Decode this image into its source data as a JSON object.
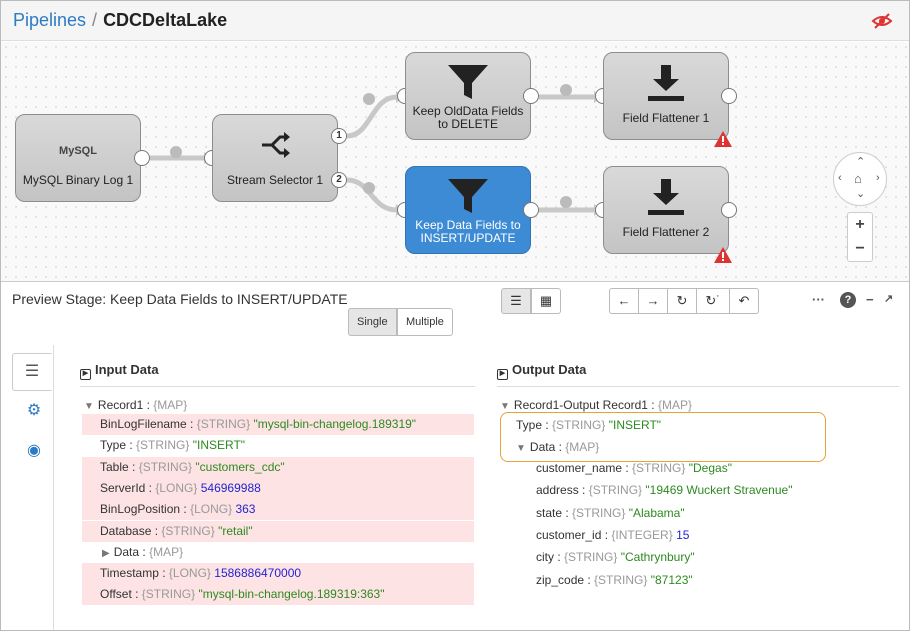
{
  "breadcrumb": {
    "root": "Pipelines",
    "separator": "/",
    "pipeline": "CDCDeltaLake"
  },
  "nodes": {
    "mysql": {
      "logo": "MySQL",
      "label": "MySQL Binary Log 1"
    },
    "selector": {
      "label": "Stream Selector 1",
      "port1": "1",
      "port2": "2"
    },
    "keep_old": {
      "label": "Keep OldData Fields to DELETE"
    },
    "keep_new": {
      "label": "Keep Data Fields to INSERT/UPDATE"
    },
    "flatten1": {
      "label": "Field Flattener 1"
    },
    "flatten2": {
      "label": "Field Flattener 2"
    }
  },
  "zoom": {
    "in": "+",
    "out": "−"
  },
  "preview": {
    "title": "Preview Stage: Keep Data Fields to INSERT/UPDATE",
    "mode_single": "Single",
    "mode_multiple": "Multiple"
  },
  "input": {
    "title": "Input Data",
    "record": {
      "name": "Record1 :",
      "type": "{MAP}"
    },
    "fields": [
      {
        "key": "BinLogFilename :",
        "type": "{STRING}",
        "value": "\"mysql-bin-changelog.189319\"",
        "kind": "s"
      },
      {
        "key": "Type :",
        "type": "{STRING}",
        "value": "\"INSERT\"",
        "kind": "s"
      },
      {
        "key": "Table :",
        "type": "{STRING}",
        "value": "\"customers_cdc\"",
        "kind": "s"
      },
      {
        "key": "ServerId :",
        "type": "{LONG}",
        "value": "546969988",
        "kind": "n"
      },
      {
        "key": "BinLogPosition :",
        "type": "{LONG}",
        "value": "363",
        "kind": "n"
      },
      {
        "key": "Database :",
        "type": "{STRING}",
        "value": "\"retail\"",
        "kind": "s"
      },
      {
        "key": "Data :",
        "type": "{MAP}",
        "value": "",
        "kind": "map"
      },
      {
        "key": "Timestamp :",
        "type": "{LONG}",
        "value": "1586886470000",
        "kind": "n"
      },
      {
        "key": "Offset :",
        "type": "{STRING}",
        "value": "\"mysql-bin-changelog.189319:363\"",
        "kind": "s"
      }
    ]
  },
  "output": {
    "title": "Output Data",
    "record": {
      "name": "Record1-Output Record1 :",
      "type": "{MAP}"
    },
    "type_field": {
      "key": "Type :",
      "type": "{STRING}",
      "value": "\"INSERT\""
    },
    "data_field": {
      "key": "Data :",
      "type": "{MAP}"
    },
    "data": [
      {
        "key": "customer_name :",
        "type": "{STRING}",
        "value": "\"Degas\"",
        "kind": "s"
      },
      {
        "key": "address :",
        "type": "{STRING}",
        "value": "\"19469 Wuckert Stravenue\"",
        "kind": "s"
      },
      {
        "key": "state :",
        "type": "{STRING}",
        "value": "\"Alabama\"",
        "kind": "s"
      },
      {
        "key": "customer_id :",
        "type": "{INTEGER}",
        "value": "15",
        "kind": "n"
      },
      {
        "key": "city :",
        "type": "{STRING}",
        "value": "\"Cathrynbury\"",
        "kind": "s"
      },
      {
        "key": "zip_code :",
        "type": "{STRING}",
        "value": "\"87123\"",
        "kind": "s"
      }
    ]
  },
  "colors": {
    "accent": "#2e7bc4",
    "selected_node": "#3d8bd4",
    "highlight": "#e8a13b",
    "string_value": "#2d8a21",
    "number_value": "#2323d4",
    "changed_row": "#fde3e3"
  },
  "icons": [
    "warning-icon",
    "funnel-icon",
    "download-icon",
    "shuffle-icon",
    "list-icon",
    "gear-icon",
    "eye-icon",
    "grid-icon",
    "arrow-left-icon",
    "arrow-right-icon",
    "refresh-icon",
    "undo-icon",
    "help-icon",
    "minimize-icon",
    "expand-icon",
    "pan-icon"
  ]
}
